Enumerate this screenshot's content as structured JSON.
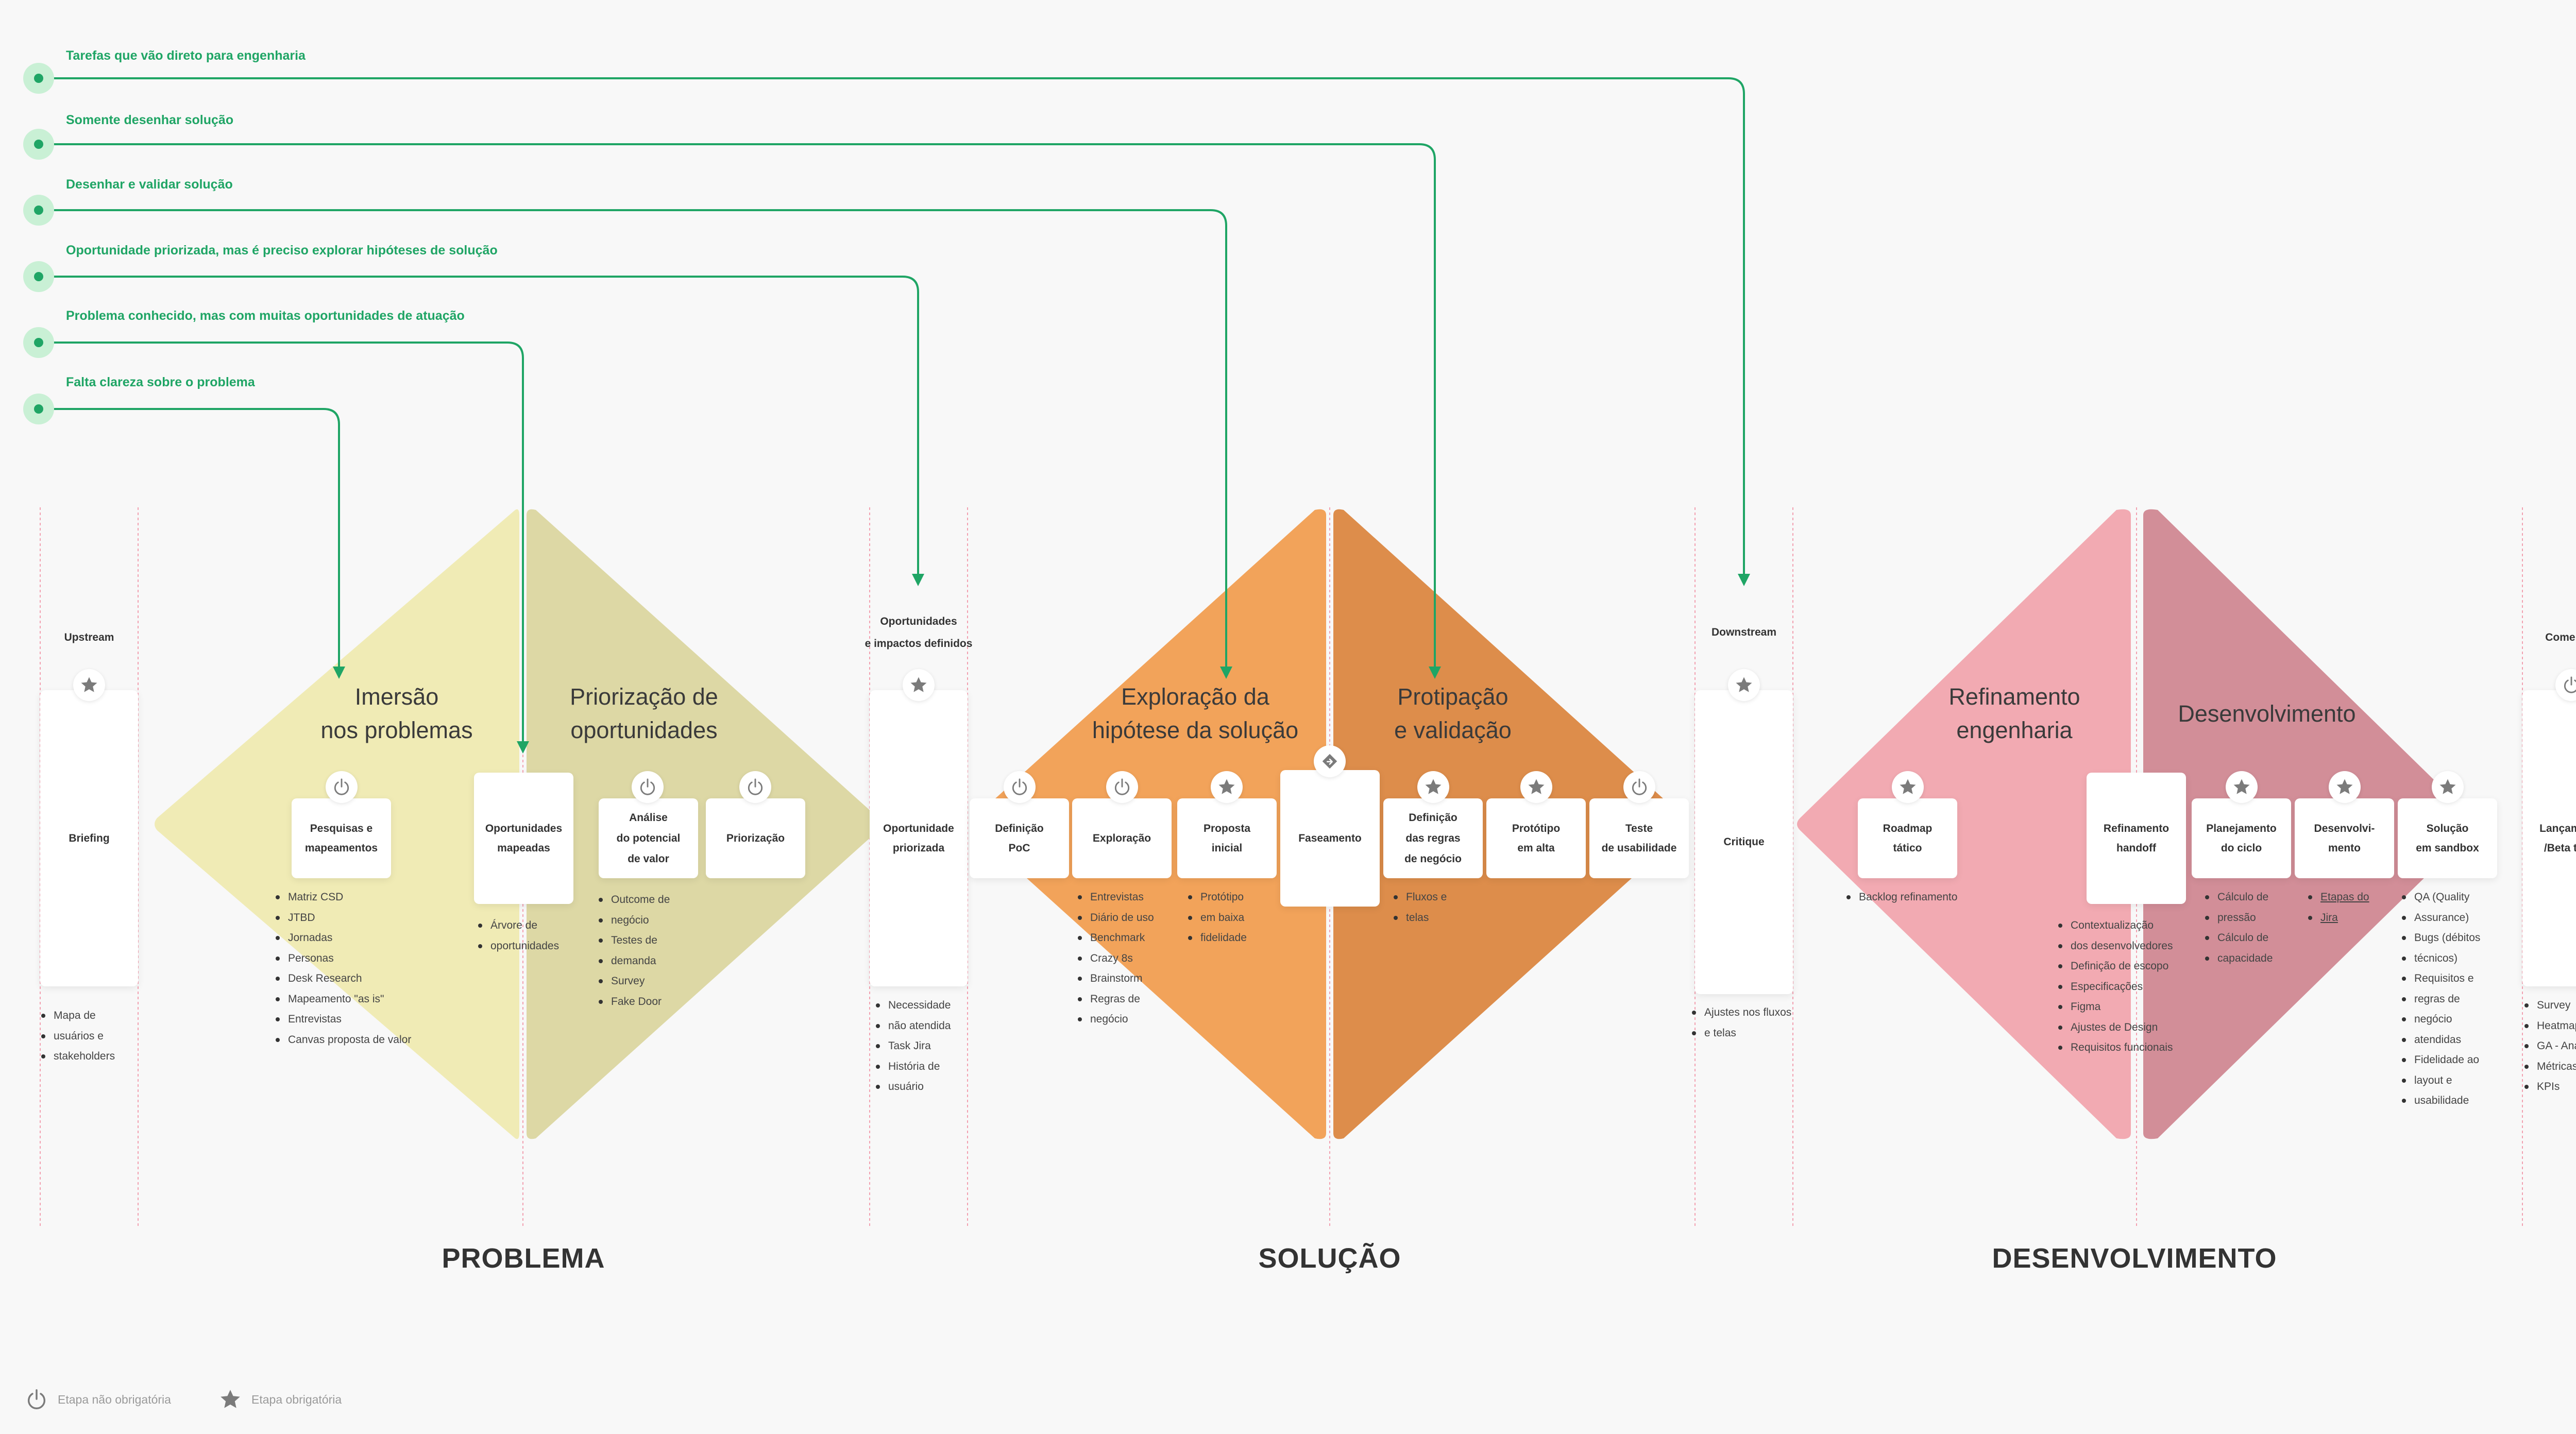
{
  "colors": {
    "background": "#f8f8f8",
    "accent_green": "#1fa565",
    "green_dot_halo": "#c9f0d5",
    "problem_light": "#f0ebb5",
    "problem_dark": "#ddd8a5",
    "solution_light": "#f2a35a",
    "solution_dark": "#dd8d4b",
    "dev_light": "#f2aab2",
    "dev_dark": "#d28e98",
    "guide_line": "#f2a0b0"
  },
  "flows": [
    {
      "label": "Tarefas que vão direto para engenharia"
    },
    {
      "label": "Somente desenhar solução"
    },
    {
      "label": "Desenhar e validar solução"
    },
    {
      "label": "Oportunidade priorizada, mas é preciso explorar hipóteses de solução"
    },
    {
      "label": "Problema conhecido, mas com muitas oportunidades de atuação"
    },
    {
      "label": "Falta clareza sobre o problema"
    }
  ],
  "columns": {
    "upstream": {
      "label": "Upstream",
      "icon": "star-icon",
      "card": "Briefing",
      "bullets": [
        "Mapa de",
        "usuários e",
        "stakeholders"
      ]
    },
    "opportunities": {
      "label": "Oportunidades\ne impactos definidos",
      "icon": "star-icon",
      "card": "Oportunidade\npriorizada",
      "bullets": [
        "Necessidade",
        "não atendida",
        "Task Jira",
        "História de",
        "usuário"
      ]
    },
    "downstream": {
      "label": "Downstream",
      "icon": "star-icon",
      "card": "Critique",
      "bullets": [
        "Ajustes nos fluxos",
        "e telas"
      ]
    },
    "commercial": {
      "label": "Comercial",
      "icon": "power-icon",
      "card": "Lançamento\n/Beta teste",
      "bullets": [
        "Survey",
        "Heatmap",
        "GA - Analytics",
        "Métricas e",
        "KPIs"
      ]
    }
  },
  "phases": {
    "immersion": "Imersão\nnos problemas",
    "prioritization": "Priorização de\noportunidades",
    "exploration": "Exploração da\nhipótese da solução",
    "prototyping": "Protipação\ne validação",
    "refinement": "Refinamento\nengenharia",
    "development": "Desenvolvimento"
  },
  "steps": {
    "research": {
      "label": "Pesquisas e\nmapeamentos",
      "icon": "power-icon",
      "bullets": [
        "Matriz CSD",
        "JTBD",
        "Jornadas",
        "Personas",
        "Desk Research",
        "Mapeamento \"as is\"",
        "Entrevistas",
        "Canvas proposta de valor"
      ]
    },
    "mapped": {
      "label": "Oportunidades\nmapeadas",
      "bullets": [
        "Árvore de",
        "oportunidades"
      ]
    },
    "value_analysis": {
      "label": "Análise\ndo potencial\nde valor",
      "icon": "power-icon",
      "bullets": [
        "Outcome de",
        "negócio",
        "Testes de",
        "demanda",
        "Survey",
        "Fake Door"
      ]
    },
    "prioritization": {
      "label": "Priorização",
      "icon": "power-icon"
    },
    "poc": {
      "label": "Definição\nPoC",
      "icon": "power-icon"
    },
    "exploration": {
      "label": "Exploração",
      "icon": "power-icon",
      "bullets": [
        "Entrevistas",
        "Diário de uso",
        "Benchmark",
        "Crazy 8s",
        "Brainstorm",
        "Regras de",
        "negócio"
      ]
    },
    "proposal": {
      "label": "Proposta\ninicial",
      "icon": "star-icon",
      "bullets": [
        "Protótipo",
        "em baixa",
        "fidelidade"
      ]
    },
    "phasing": {
      "label": "Faseamento",
      "icon": "diamond-icon"
    },
    "rules": {
      "label": "Definição\ndas regras\nde negócio",
      "icon": "star-icon",
      "bullets": [
        "Fluxos e",
        "telas"
      ]
    },
    "hifi": {
      "label": "Protótipo\nem alta",
      "icon": "star-icon"
    },
    "usability": {
      "label": "Teste\nde usabilidade",
      "icon": "power-icon"
    },
    "roadmap": {
      "label": "Roadmap\ntático",
      "icon": "star-icon",
      "bullets": [
        "Backlog refinamento"
      ]
    },
    "handoff": {
      "label": "Refinamento\nhandoff",
      "bullets": [
        "Contextualização",
        "dos desenvolvedores",
        "Definição de escopo",
        "Especificações",
        "Figma",
        "Ajustes de Design",
        "Requisitos funcionais"
      ]
    },
    "cycle": {
      "label": "Planejamento\ndo ciclo",
      "icon": "star-icon",
      "bullets": [
        "Cálculo de",
        "pressão",
        "Cálculo de",
        "capacidade"
      ]
    },
    "dev": {
      "label": "Desenvolvi-\nmento",
      "icon": "star-icon",
      "bullets": [
        "Etapas do",
        "Jira"
      ]
    },
    "sandbox": {
      "label": "Solução\nem sandbox",
      "icon": "star-icon",
      "bullets": [
        "QA (Quality",
        "Assurance)",
        "Bugs (débitos",
        "técnicos)",
        "Requisitos e",
        "regras de",
        "negócio",
        "atendidas",
        "Fidelidade ao",
        "layout e",
        "usabilidade"
      ]
    }
  },
  "sections": {
    "problem": "PROBLEMA",
    "solution": "SOLUÇÃO",
    "development": "DESENVOLVIMENTO"
  },
  "legend": {
    "optional": {
      "icon": "power-icon",
      "label": "Etapa não obrigatória"
    },
    "required": {
      "icon": "star-icon",
      "label": "Etapa obrigatória"
    }
  }
}
